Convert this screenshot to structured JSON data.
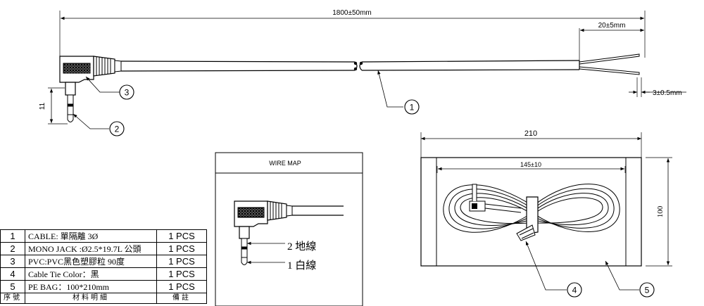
{
  "dimensions": {
    "overall_length": "1800±50mm",
    "strip_length": "20±5mm",
    "wire_gap": "3±0.5mm",
    "plug_height": "11",
    "bag_width": "210",
    "coil_width": "145±10",
    "bag_height": "100"
  },
  "callouts": [
    "1",
    "2",
    "3",
    "4",
    "5"
  ],
  "wire_map": {
    "title": "WIRE MAP",
    "pin2_label": "2 地線",
    "pin1_label": "1 白線"
  },
  "bom": {
    "rows": [
      {
        "no": "1",
        "desc": "CABLE: 單隔離 3Ø",
        "qty": "1 PCS"
      },
      {
        "no": "2",
        "desc": "MONO JACK :Ø2.5*19.7L 公頭",
        "qty": "1 PCS"
      },
      {
        "no": "3",
        "desc": "PVC:PVC黑色塑膠粒 90度",
        "qty": "1 PCS"
      },
      {
        "no": "4",
        "desc": "Cable Tie   Color：黑",
        "qty": "1 PCS"
      },
      {
        "no": "5",
        "desc": "PE BAG：100*210mm",
        "qty": "1 PCS"
      }
    ],
    "footer": {
      "no": "序號",
      "desc": "材料明細",
      "qty": "備註"
    }
  },
  "colors": {
    "line": "#000000",
    "background": "#ffffff",
    "fill_dark": "#222222"
  }
}
